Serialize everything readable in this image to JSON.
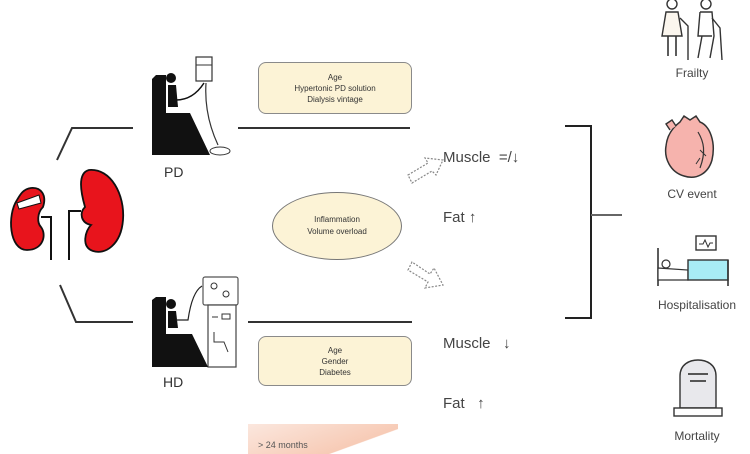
{
  "diagram": {
    "modalities": {
      "pd": {
        "label": "PD"
      },
      "hd": {
        "label": "HD"
      }
    },
    "pd_factors": [
      "Age",
      "Hypertonic PD solution",
      "Dialysis vintage"
    ],
    "hd_factors": [
      "Age",
      "Gender",
      "Diabetes"
    ],
    "shared_factors": [
      "Inflammation",
      "Volume overload"
    ],
    "pd_outcome": {
      "line1": "Muscle  =/↓",
      "line2": "Fat ↑"
    },
    "hd_outcome": {
      "line1": "Muscle   ↓",
      "line2": "Fat   ↑"
    },
    "outcomes": [
      {
        "label": "Frailty",
        "icon": "elderly-people-icon"
      },
      {
        "label": "CV event",
        "icon": "heart-icon"
      },
      {
        "label": "Hospitalisation",
        "icon": "hospital-bed-icon"
      },
      {
        "label": "Mortality",
        "icon": "tombstone-icon"
      }
    ],
    "cropped_text": "> 24 months",
    "colors": {
      "kidney": "#e8141c",
      "box_fill": "#fcf3d6",
      "heart": "#f6b3ad",
      "bed": "#a8ecf5",
      "tombstone": "#e8e8ec"
    }
  }
}
